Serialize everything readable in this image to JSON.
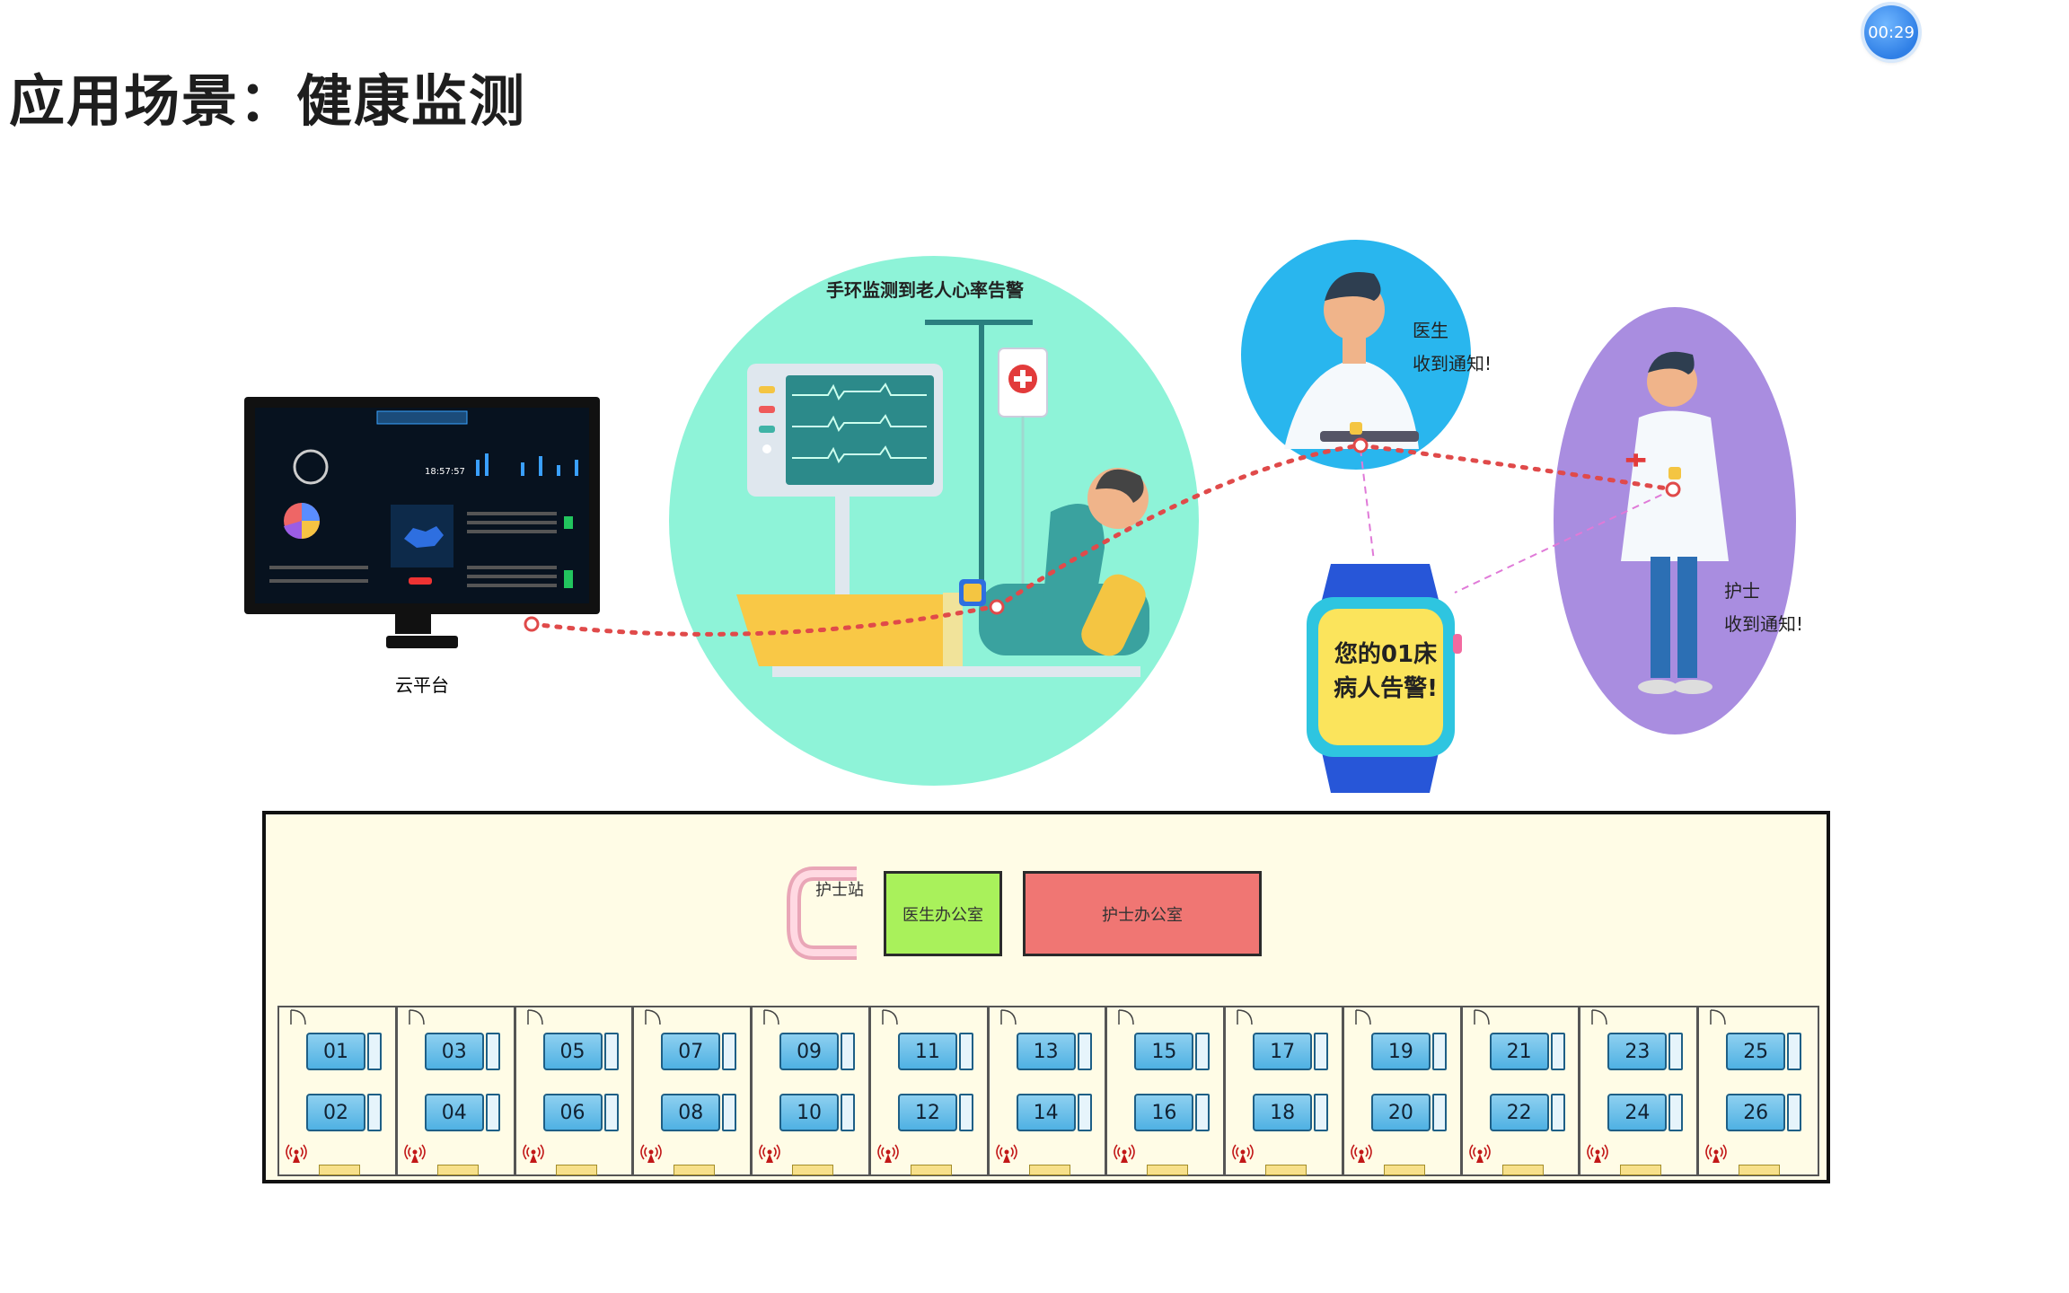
{
  "slide": {
    "title": "应用场景：健康监测"
  },
  "timer": {
    "text": "00:29"
  },
  "illustration": {
    "cloud_label": "云平台",
    "monitor_caption": "手环监测到老人心率告警",
    "doctor_label_line1": "医生",
    "doctor_label_line2": "收到通知!",
    "nurse_label_line1": "护士",
    "nurse_label_line2": "收到通知!",
    "watch_message_line1": "您的01床",
    "watch_message_line2": "病人告警!",
    "dashboard_clock": "18:57:57"
  },
  "floor_plan": {
    "nurse_station": "护士站",
    "doctor_office": "医生办公室",
    "nurse_office": "护士办公室",
    "rooms": [
      {
        "top": "01",
        "bottom": "02"
      },
      {
        "top": "03",
        "bottom": "04"
      },
      {
        "top": "05",
        "bottom": "06"
      },
      {
        "top": "07",
        "bottom": "08"
      },
      {
        "top": "09",
        "bottom": "10"
      },
      {
        "top": "11",
        "bottom": "12"
      },
      {
        "top": "13",
        "bottom": "14"
      },
      {
        "top": "15",
        "bottom": "16"
      },
      {
        "top": "17",
        "bottom": "18"
      },
      {
        "top": "19",
        "bottom": "20"
      },
      {
        "top": "21",
        "bottom": "22"
      },
      {
        "top": "23",
        "bottom": "24"
      },
      {
        "top": "25",
        "bottom": "26"
      }
    ]
  },
  "colors": {
    "monitor_circle": "#8ef3d8",
    "doctor_circle": "#29b6ee",
    "nurse_ellipse": "#a98de0",
    "doctor_office": "#a9f15b",
    "nurse_office": "#f07673",
    "alert_line": "#e04a4a"
  }
}
